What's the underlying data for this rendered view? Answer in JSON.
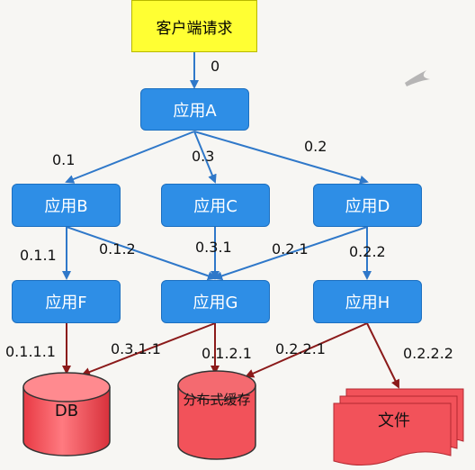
{
  "nodes": {
    "client": "客户端请求",
    "appA": "应用A",
    "appB": "应用B",
    "appC": "应用C",
    "appD": "应用D",
    "appF": "应用F",
    "appG": "应用G",
    "appH": "应用H",
    "db": "DB",
    "cache": "分布式缓存",
    "file": "文件"
  },
  "edge_labels": {
    "l0": "0",
    "l01": "0.1",
    "l03": "0.3",
    "l02": "0.2",
    "l011": "0.1.1",
    "l012": "0.1.2",
    "l031": "0.3.1",
    "l021": "0.2.1",
    "l022": "0.2.2",
    "l0111": "0.1.1.1",
    "l0311": "0.3.1.1",
    "l0121": "0.1.2.1",
    "l0221": "0.2.2.1",
    "l0222": "0.2.2.2"
  },
  "colors": {
    "app_fill": "#2e8ee6",
    "client_fill": "#ffff33",
    "storage_fill": "#f2525a",
    "blue_edge": "#2f78c9",
    "red_edge": "#8b1a1a"
  }
}
